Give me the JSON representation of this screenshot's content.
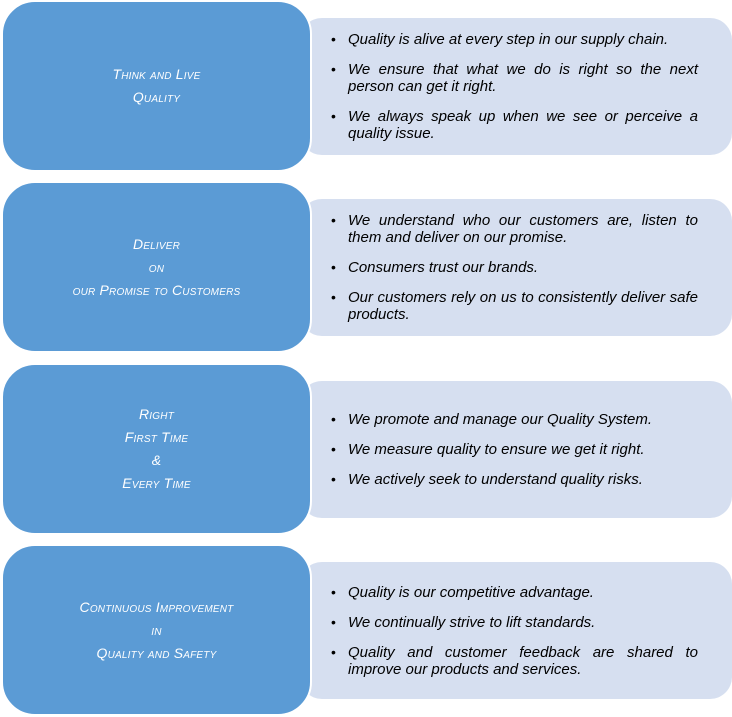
{
  "colors": {
    "label_fill": "#5b9bd5",
    "panel_fill": "#d6dff0",
    "label_text": "#ffffff",
    "panel_text": "#000000"
  },
  "rows": [
    {
      "label_lines": [
        "Think and Live",
        "Quality"
      ],
      "bullets": [
        "Quality is alive at every step in our supply chain.",
        "We ensure that what we do is right so the next person can get it right.",
        "We always speak up when we see or perceive a quality issue."
      ]
    },
    {
      "label_lines": [
        "Deliver",
        "on",
        "our Promise to Customers"
      ],
      "bullets": [
        "We understand who our customers are, listen to them and deliver on our promise.",
        "Consumers trust our brands.",
        "Our customers rely on us to consistently deliver safe products."
      ]
    },
    {
      "label_lines": [
        "Right",
        "First Time",
        "&",
        "Every Time"
      ],
      "bullets": [
        "We promote and manage our Quality System.",
        "We measure quality to ensure we  get it right.",
        "We actively seek to understand quality risks."
      ]
    },
    {
      "label_lines": [
        "Continuous Improvement",
        "in",
        "Quality and Safety"
      ],
      "bullets": [
        "Quality is our competitive advantage.",
        "We continually strive to lift standards.",
        "Quality and customer feedback are shared to improve our products and services."
      ]
    }
  ]
}
